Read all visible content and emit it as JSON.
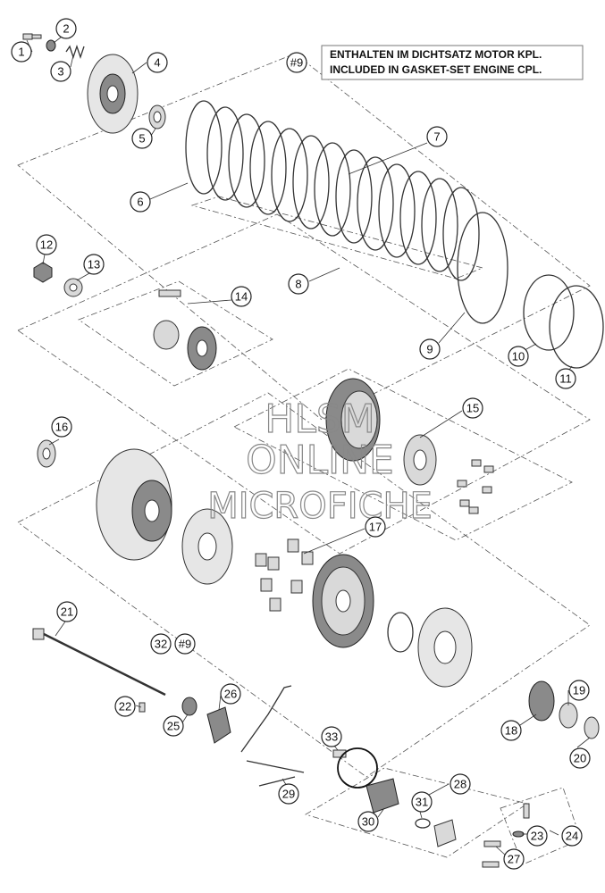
{
  "note": {
    "ref": "#9",
    "line1": "ENTHALTEN IM DICHTSATZ MOTOR KPL.",
    "line2": "INCLUDED IN GASKET-SET ENGINE CPL."
  },
  "watermark": {
    "line1": "HLSM",
    "line2": "ONLINE",
    "line3": "MICROFICHE"
  },
  "callouts": {
    "c1": "1",
    "c2": "2",
    "c3": "3",
    "c4": "4",
    "c5": "5",
    "c6": "6",
    "c7": "7",
    "c8": "8",
    "c9": "9",
    "c10": "10",
    "c11": "11",
    "c12": "12",
    "c13": "13",
    "c14": "14",
    "c15": "15",
    "c16": "16",
    "c17": "17",
    "c18": "18",
    "c19": "19",
    "c20": "20",
    "c21": "21",
    "c22": "22",
    "c23": "23",
    "c24": "24",
    "c25": "25",
    "c26": "26",
    "c27": "27",
    "c28": "28",
    "c29": "29",
    "c30": "30",
    "c31": "31",
    "c32": "32",
    "c32ref": "#9",
    "c33": "33"
  }
}
